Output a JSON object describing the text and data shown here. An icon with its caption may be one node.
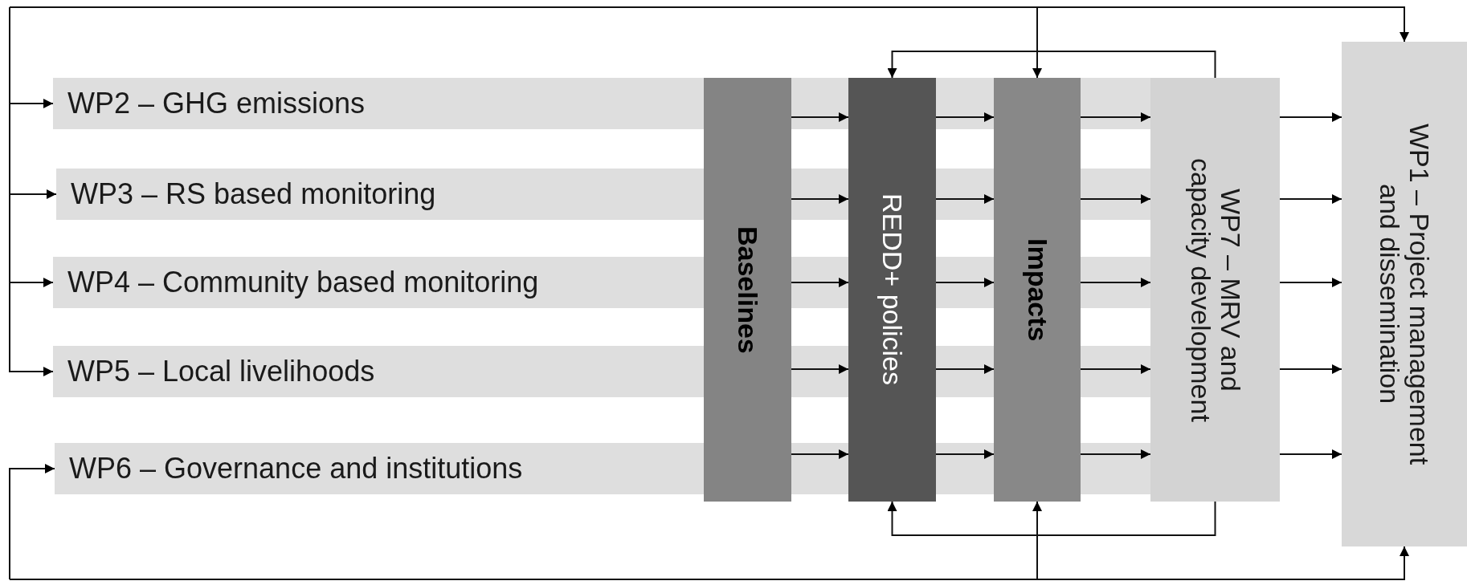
{
  "diagram": {
    "nodes": [
      {
        "text": [
          "WP2 – GHG emissions"
        ]
      },
      {
        "text": [
          "WP3 – RS based monitoring"
        ]
      },
      {
        "text": [
          "WP4 – Community based monitoring"
        ]
      },
      {
        "text": [
          "WP5 – Local livelihoods"
        ]
      },
      {
        "text": [
          "WP6 – Governance and institutions"
        ]
      },
      {
        "text": [
          "Baselines"
        ]
      },
      {
        "text": [
          "REDD+ policies"
        ]
      },
      {
        "text": [
          "Impacts"
        ]
      },
      {
        "text": [
          "WP7 – MRV and capacity development"
        ]
      },
      {
        "text": [
          "WP1 – Project management and dissemination"
        ]
      }
    ],
    "edges": [
      {
        "from": 5,
        "to": 6,
        "arrow": "to"
      },
      {
        "from": 6,
        "to": 7,
        "arrow": "to"
      },
      {
        "from": 7,
        "to": 8,
        "arrow": "to"
      },
      {
        "from": 8,
        "to": 9,
        "arrow": "to"
      },
      {
        "from": 5,
        "to": 6,
        "arrow": "to"
      },
      {
        "from": 6,
        "to": 7,
        "arrow": "to"
      },
      {
        "from": 7,
        "to": 8,
        "arrow": "to"
      },
      {
        "from": 8,
        "to": 9,
        "arrow": "to"
      },
      {
        "from": 5,
        "to": 6,
        "arrow": "to"
      },
      {
        "from": 6,
        "to": 7,
        "arrow": "to"
      },
      {
        "from": 7,
        "to": 8,
        "arrow": "to"
      },
      {
        "from": 8,
        "to": 9,
        "arrow": "to"
      },
      {
        "from": 5,
        "to": 6,
        "arrow": "to"
      },
      {
        "from": 6,
        "to": 7,
        "arrow": "to"
      },
      {
        "from": 7,
        "to": 8,
        "arrow": "to"
      },
      {
        "from": 8,
        "to": 9,
        "arrow": "to"
      },
      {
        "from": 5,
        "to": 6,
        "arrow": "to"
      },
      {
        "from": 6,
        "to": 7,
        "arrow": "to"
      },
      {
        "from": 7,
        "to": 8,
        "arrow": "to"
      },
      {
        "from": 8,
        "to": 9,
        "arrow": "to"
      },
      {
        "from": 8,
        "to": 6,
        "arrow": "to"
      },
      {
        "from": 8,
        "to": 6,
        "arrow": "to"
      },
      {
        "from": null,
        "to": 0,
        "arrow": "to"
      },
      {
        "from": null,
        "to": 1,
        "arrow": "to"
      },
      {
        "from": null,
        "to": 2,
        "arrow": "to"
      },
      {
        "from": null,
        "to": 3,
        "arrow": "to"
      },
      {
        "from": null,
        "to": 4,
        "arrow": "to"
      },
      {
        "from": null,
        "to": 7,
        "arrow": "to"
      },
      {
        "from": null,
        "to": 9,
        "arrow": "to"
      },
      {
        "from": null,
        "to": 7,
        "arrow": "to"
      },
      {
        "from": null,
        "to": 9,
        "arrow": "to"
      }
    ]
  }
}
